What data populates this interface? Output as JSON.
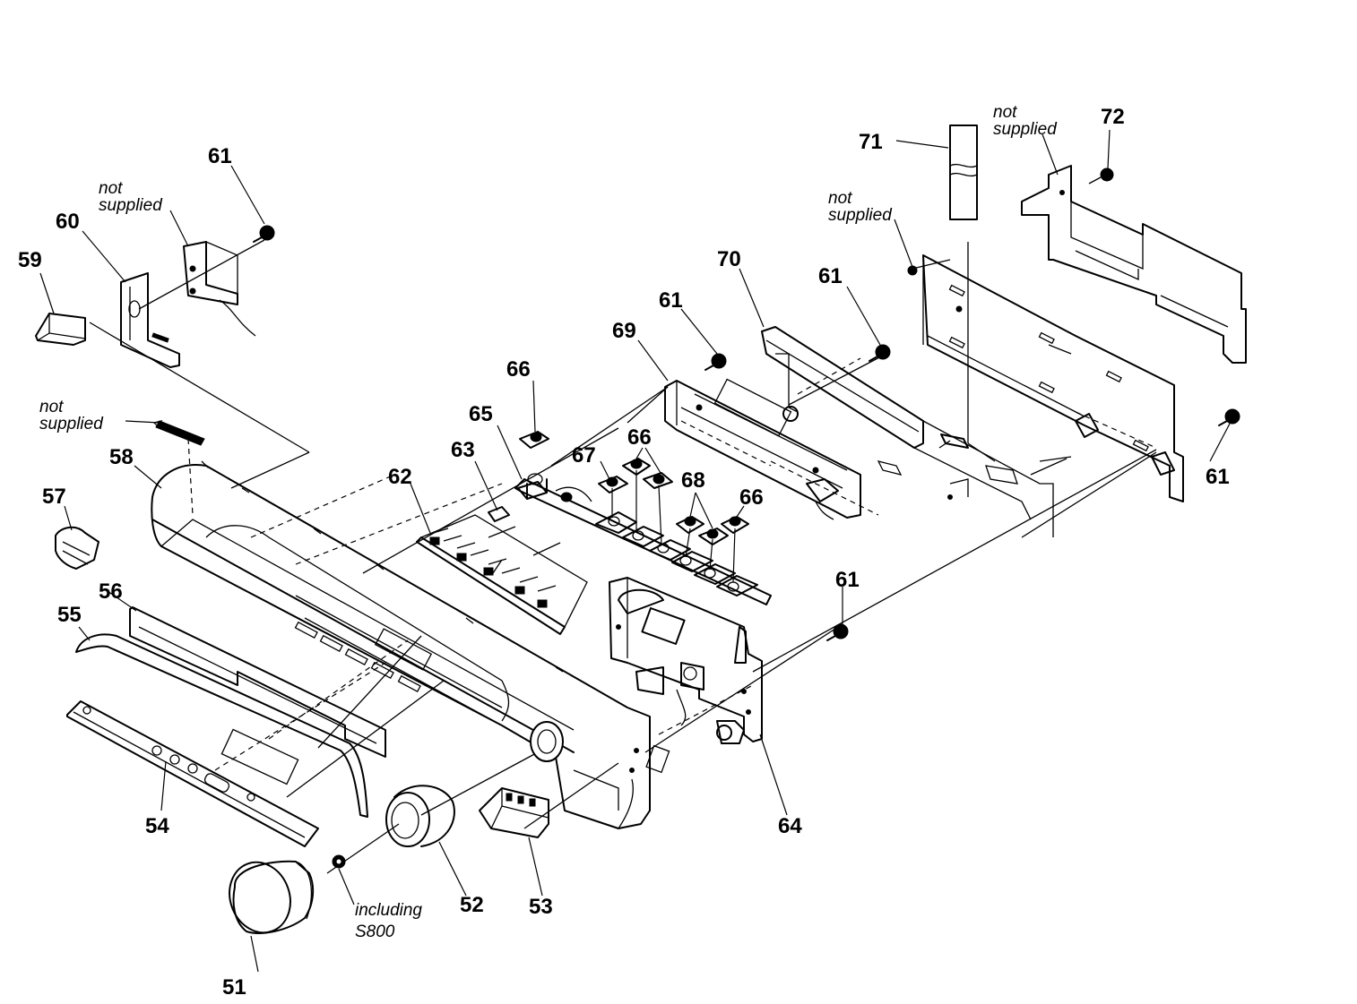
{
  "callouts": {
    "c51": "51",
    "c52": "52",
    "c53": "53",
    "c54": "54",
    "c55": "55",
    "c56": "56",
    "c57": "57",
    "c58": "58",
    "c59": "59",
    "c60": "60",
    "c61a": "61",
    "c61b": "61",
    "c61c": "61",
    "c61d": "61",
    "c61e": "61",
    "c62": "62",
    "c63": "63",
    "c64": "64",
    "c65": "65",
    "c66a": "66",
    "c66b": "66",
    "c66c": "66",
    "c67": "67",
    "c68": "68",
    "c69": "69",
    "c70": "70",
    "c71": "71",
    "c72": "72"
  },
  "notes": {
    "not_supplied_1": {
      "line1": "not",
      "line2": "supplied"
    },
    "not_supplied_2": {
      "line1": "not",
      "line2": "supplied"
    },
    "not_supplied_3": {
      "line1": "not",
      "line2": "supplied"
    },
    "not_supplied_4": {
      "line1": "not",
      "line2": "supplied"
    },
    "including": {
      "line1": "including",
      "line2": "S800"
    }
  }
}
